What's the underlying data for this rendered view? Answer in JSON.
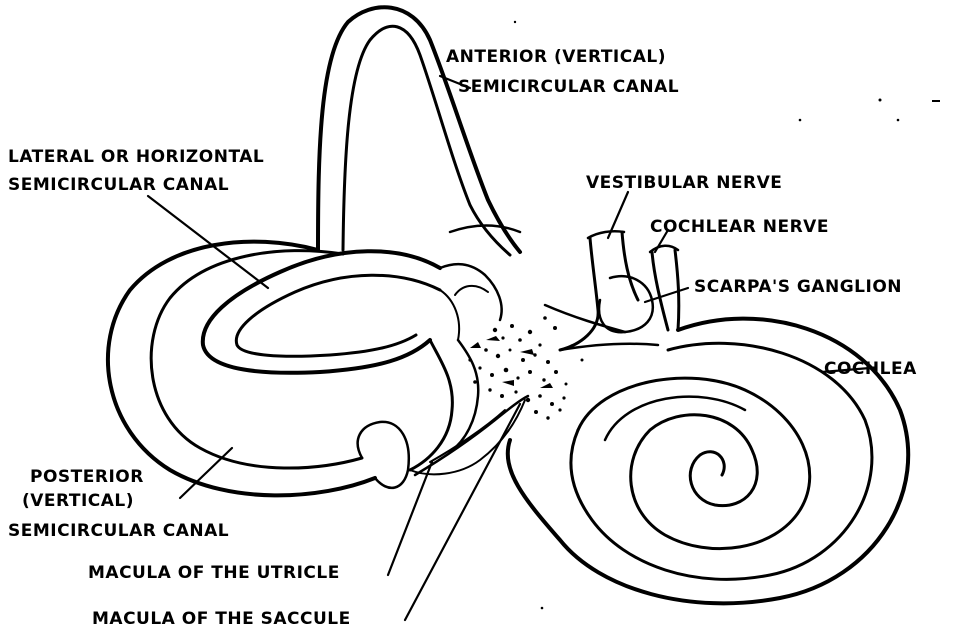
{
  "diagram": {
    "labels": {
      "anterior_line1": "ANTERIOR (VERTICAL)",
      "anterior_line2": "SEMICIRCULAR CANAL",
      "lateral_line1": "LATERAL OR HORIZONTAL",
      "lateral_line2": "SEMICIRCULAR CANAL",
      "vestibular_nerve": "VESTIBULAR NERVE",
      "cochlear_nerve": "COCHLEAR NERVE",
      "scarpas_ganglion": "SCARPA'S GANGLION",
      "cochlea": "COCHLEA",
      "posterior_line1": "POSTERIOR",
      "posterior_line2": "(VERTICAL)",
      "posterior_line3": "SEMICIRCULAR CANAL",
      "macula_utricle": "MACULA OF THE UTRICLE",
      "macula_saccule": "MACULA OF THE SACCULE"
    },
    "colors": {
      "ink": "#000000",
      "background": "#ffffff"
    }
  }
}
